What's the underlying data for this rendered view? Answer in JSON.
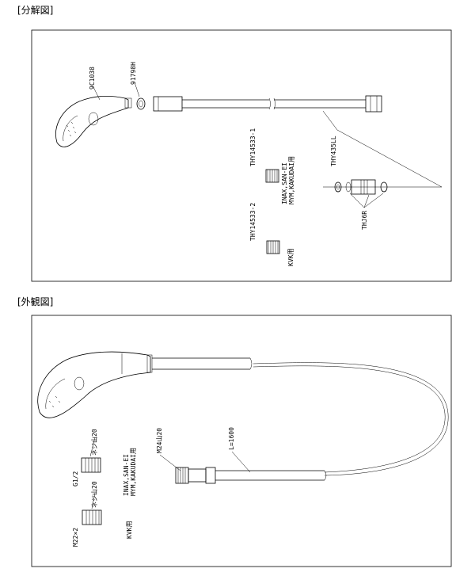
{
  "sections": {
    "exploded": {
      "heading": "[分解図]"
    },
    "external": {
      "heading": "[外観図]"
    }
  },
  "parts": {
    "head": "9C1038",
    "washer": "91798H",
    "hose": "THY435LL",
    "joint": "THJ6R",
    "adapter1": "THY14533-1",
    "adapter1_note_a": "INAX,SAN-EI",
    "adapter1_note_b": "MYM,KAKUDAI用",
    "adapter2": "THY14533-2",
    "adapter2_note": "KVK用"
  },
  "external": {
    "thread1": "G1/2",
    "thread1_pitch": "ネジ山20",
    "thread2": "M22×2",
    "thread2_pitch": "ネジ山20",
    "note_a": "INAX,SAN-EI",
    "note_b": "MYM,KAKUDAI用",
    "note_kvk": "KVK用",
    "hose_thread": "M24山20",
    "length": "L=1600"
  }
}
